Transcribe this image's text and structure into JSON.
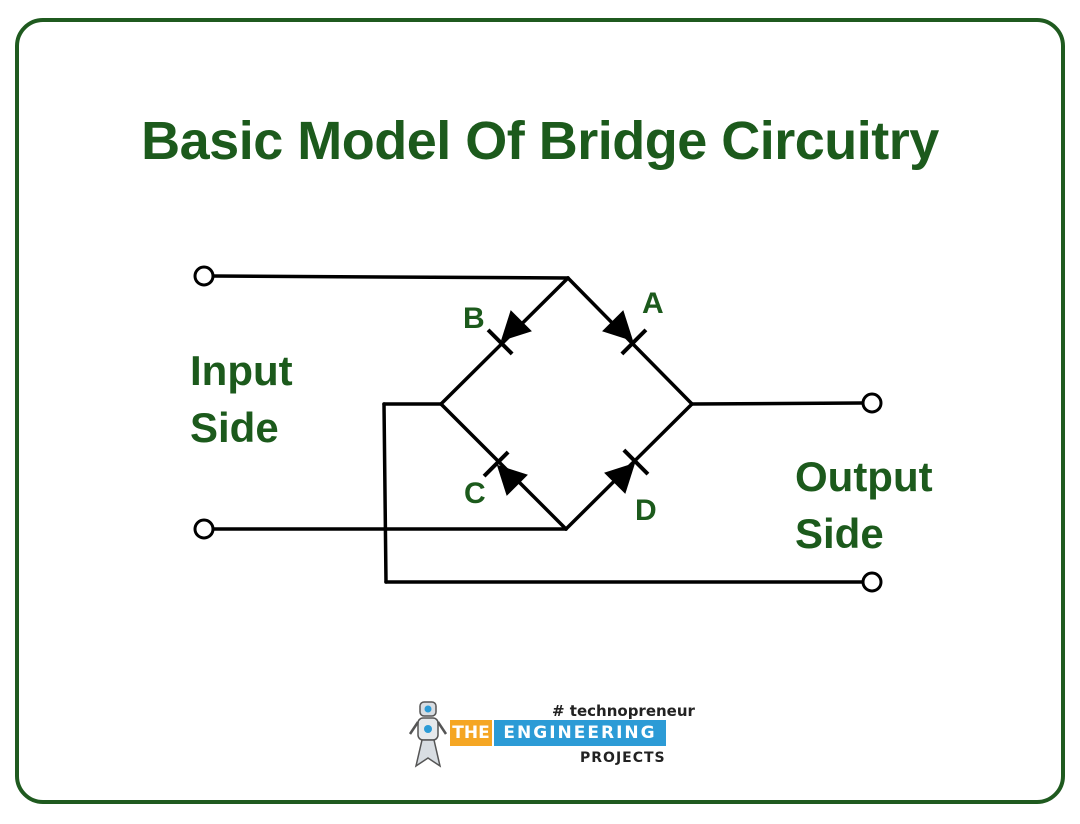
{
  "title": "Basic Model Of Bridge Circuitry",
  "input_label": {
    "line1": "Input",
    "line2": "Side"
  },
  "output_label": {
    "line1": "Output",
    "line2": "Side"
  },
  "diodes": {
    "a": "A",
    "b": "B",
    "c": "C",
    "d": "D"
  },
  "logo": {
    "tagline": "# technopreneur",
    "word1": "THE",
    "word2": "ENGINEERING",
    "word3": "PROJECTS",
    "colors": {
      "the_bg": "#f5a623",
      "engineering_bg": "#2c9bd6"
    }
  },
  "colors": {
    "accent": "#1c5a1c",
    "frame": "#1f5a1f",
    "wire": "#000000"
  }
}
